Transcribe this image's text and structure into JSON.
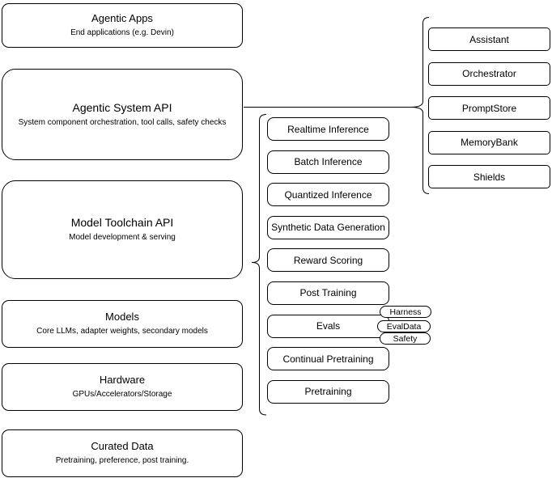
{
  "diagram": {
    "left_stack": [
      {
        "title": "Agentic Apps",
        "subtitle": "End applications (e.g. Devin)"
      },
      {
        "title": "Agentic System API",
        "subtitle": "System component orchestration, tool calls, safety checks"
      },
      {
        "title": "Model Toolchain API",
        "subtitle": "Model development & serving"
      },
      {
        "title": "Models",
        "subtitle": "Core LLMs, adapter weights, secondary models"
      },
      {
        "title": "Hardware",
        "subtitle": "GPUs/Accelerators/Storage"
      },
      {
        "title": "Curated Data",
        "subtitle": "Pretraining, preference, post training."
      }
    ],
    "toolchain_group": {
      "items": [
        "Realtime Inference",
        "Batch Inference",
        "Quantized Inference",
        "Synthetic Data Generation",
        "Reward Scoring",
        "Post Training",
        "Evals",
        "Continual Pretraining",
        "Pretraining"
      ],
      "evals_tags": [
        "Harness",
        "EvalData",
        "Safety"
      ]
    },
    "system_group": {
      "items": [
        "Assistant",
        "Orchestrator",
        "PromptStore",
        "MemoryBank",
        "Shields"
      ]
    },
    "colors": {
      "stroke": "#000000",
      "background": "#ffffff",
      "text": "#000000"
    }
  }
}
